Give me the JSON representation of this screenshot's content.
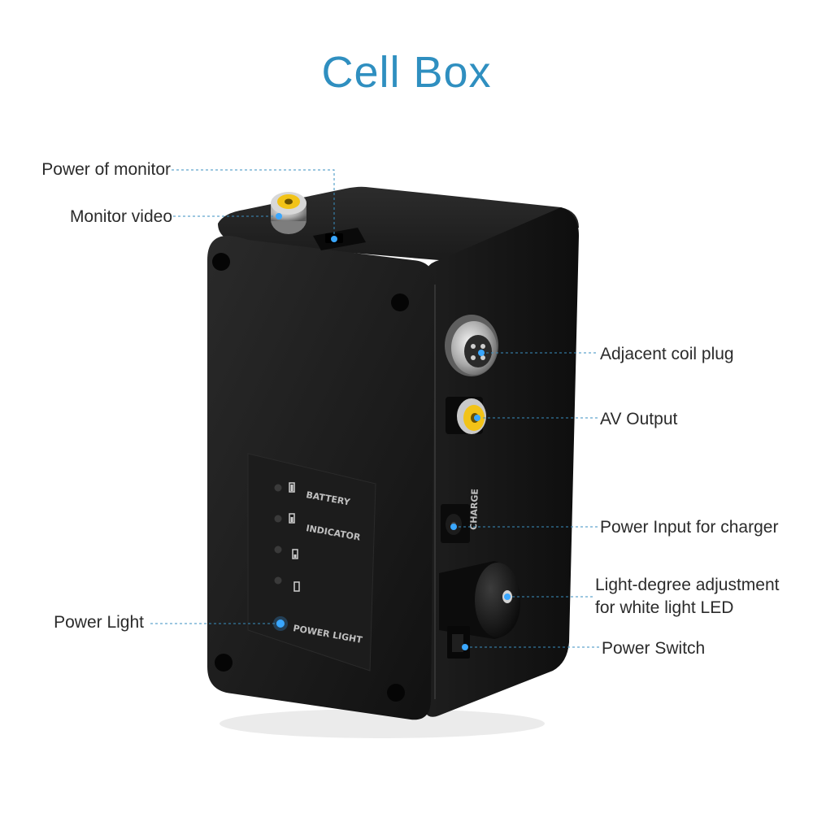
{
  "title": "Cell Box",
  "labels": {
    "power_of_monitor": "Power of monitor",
    "monitor_video": "Monitor video",
    "power_light": "Power Light",
    "adjacent_coil_plug": "Adjacent coil plug",
    "av_output": "AV Output",
    "power_input_charger": "Power Input for charger",
    "light_degree_line1": "Light-degree adjustment",
    "light_degree_line2": "for white light LED",
    "power_switch": "Power Switch"
  },
  "panel": {
    "battery": "BATTERY",
    "indicator": "INDICATOR",
    "power_light": "POWER LIGHT"
  },
  "side": {
    "charge": "CHARGE"
  },
  "colors": {
    "accent": "#2f8fc0",
    "led_blue": "#3aa7ff",
    "rca_yellow": "#f2c318",
    "device_body": "#161616"
  }
}
